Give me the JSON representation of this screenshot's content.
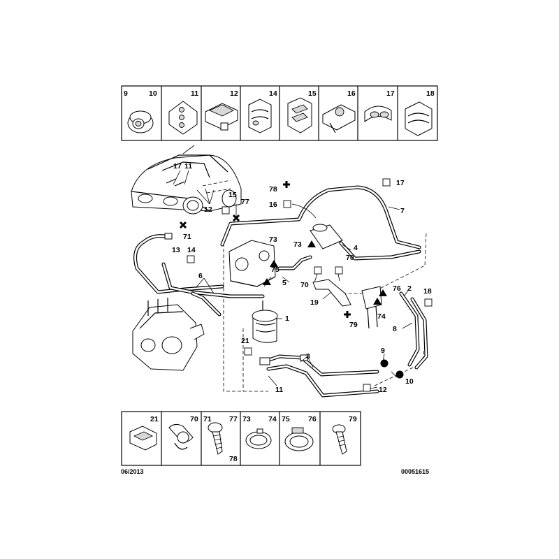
{
  "top_strip": {
    "cells": [
      {
        "left_num": "9",
        "right_num": "10"
      },
      {
        "left_num": "",
        "right_num": "11"
      },
      {
        "left_num": "",
        "right_num": "12"
      },
      {
        "left_num": "",
        "right_num": "14"
      },
      {
        "left_num": "",
        "right_num": "15"
      },
      {
        "left_num": "",
        "right_num": "16"
      },
      {
        "left_num": "",
        "right_num": "17"
      },
      {
        "left_num": "",
        "right_num": "18"
      }
    ]
  },
  "bottom_strip": {
    "cells": [
      {
        "left_num": "",
        "right_num": "21",
        "extra_num": ""
      },
      {
        "left_num": "",
        "right_num": "70",
        "extra_num": ""
      },
      {
        "left_num": "71",
        "right_num": "77",
        "extra_num": "78"
      },
      {
        "left_num": "73",
        "right_num": "74",
        "extra_num": ""
      },
      {
        "left_num": "75",
        "right_num": "76",
        "extra_num": ""
      },
      {
        "left_num": "",
        "right_num": "79",
        "extra_num": ""
      }
    ]
  },
  "callouts": {
    "car_17": "17",
    "car_11": "11",
    "car_12": "12",
    "c15": "15",
    "c77": "77",
    "c71": "71",
    "c13": "13",
    "c14": "14",
    "c6": "6",
    "c73a": "73",
    "c75": "75",
    "c5": "5",
    "c1": "1",
    "c21": "21",
    "c78": "78",
    "c16": "16",
    "c17": "17",
    "c7": "7",
    "c73b": "73",
    "c4": "4",
    "c70a": "70",
    "c70b": "70",
    "c19": "19",
    "c79": "79",
    "c76": "76",
    "c2": "2",
    "c18": "18",
    "c74": "74",
    "c8": "8",
    "c3": "3",
    "c9": "9",
    "c10": "10",
    "c11b": "11",
    "c12b": "12"
  },
  "footer": {
    "date": "06/2013",
    "reference": "00051615"
  }
}
